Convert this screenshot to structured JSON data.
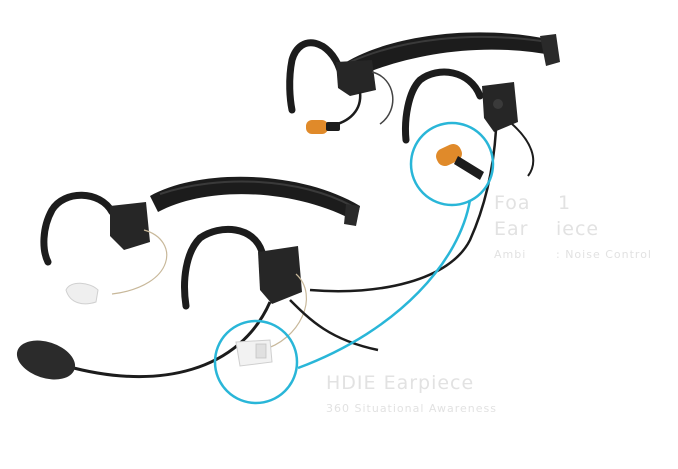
{
  "image": {
    "subject": "Two behind-the-neck headsets with earpieces and a boom microphone",
    "accent_color": "#29b6d8",
    "headset_color": "#1f1f1f",
    "foam_tip_color": "#e08a2a",
    "clear_tip_color": "#e8e8e8"
  },
  "callouts": {
    "foam": {
      "title_visible_1": "Foa",
      "title_visible_2": "1",
      "subtitle_visible_1": "Ear",
      "subtitle_visible_2": "iece",
      "detail_visible_1": "Ambi",
      "detail_visible_2": ": Noise Control"
    },
    "hdie": {
      "title": "HDIE Earpiece",
      "subtitle": "360 Situational Awareness"
    }
  }
}
